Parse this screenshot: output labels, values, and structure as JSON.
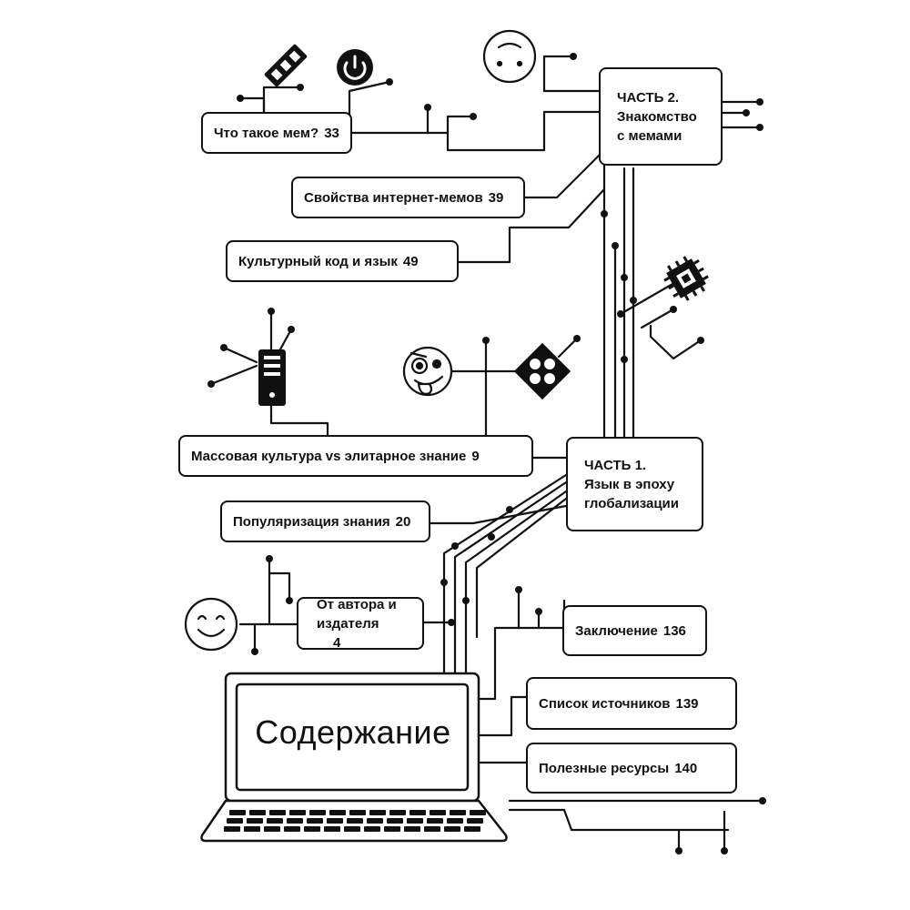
{
  "page": {
    "title": "Содержание"
  },
  "intro": {
    "label_line1": "От автора и",
    "label_line2": "издателя",
    "page": "4"
  },
  "part1": {
    "heading": "ЧАСТЬ 1.",
    "title_line1": "Язык в эпоху",
    "title_line2": "глобализации",
    "chapters": [
      {
        "label": "Массовая культура vs элитарное знание",
        "page": "9"
      },
      {
        "label": "Популяризация знания",
        "page": "20"
      }
    ]
  },
  "part2": {
    "heading": "ЧАСТЬ 2.",
    "title_line1": "Знакомство",
    "title_line2": "с мемами",
    "chapters": [
      {
        "label": "Что такое мем?",
        "page": "33"
      },
      {
        "label": "Свойства интернет-мемов",
        "page": "39"
      },
      {
        "label": "Культурный код и язык",
        "page": "49"
      }
    ]
  },
  "back_matter": [
    {
      "label": "Заключение",
      "page": "136"
    },
    {
      "label": "Список источников",
      "page": "139"
    },
    {
      "label": "Полезные ресурсы",
      "page": "140"
    }
  ],
  "icons": [
    "smile-face-icon",
    "sleepy-face-icon",
    "crazy-face-icon",
    "ram-stick-icon",
    "power-button-icon",
    "pc-tower-icon",
    "cpu-chip-icon",
    "fan-icon",
    "laptop-icon"
  ],
  "colors": {
    "ink": "#111111",
    "paper": "#ffffff"
  }
}
